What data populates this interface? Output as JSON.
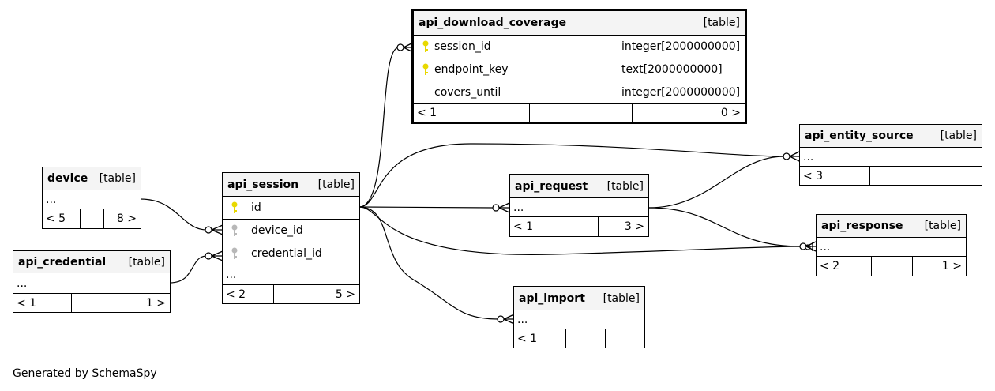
{
  "tables": {
    "api_download_coverage": {
      "name": "api_download_coverage",
      "kind": "[table]",
      "columns": [
        {
          "name": "session_id",
          "type": "integer[2000000000]",
          "key": "primary"
        },
        {
          "name": "endpoint_key",
          "type": "text[2000000000]",
          "key": "primary"
        },
        {
          "name": "covers_until",
          "type": "integer[2000000000]",
          "key": "none"
        }
      ],
      "footer": {
        "left": "< 1",
        "mid": "",
        "right": "0 >"
      }
    },
    "device": {
      "name": "device",
      "kind": "[table]",
      "more": "...",
      "footer": {
        "left": "< 5",
        "mid": "",
        "right": "8 >"
      }
    },
    "api_credential": {
      "name": "api_credential",
      "kind": "[table]",
      "more": "...",
      "footer": {
        "left": "< 1",
        "mid": "",
        "right": "1 >"
      }
    },
    "api_session": {
      "name": "api_session",
      "kind": "[table]",
      "columns": [
        {
          "name": "id",
          "key": "primary"
        },
        {
          "name": "device_id",
          "key": "foreign"
        },
        {
          "name": "credential_id",
          "key": "foreign"
        }
      ],
      "more": "...",
      "footer": {
        "left": "< 2",
        "mid": "",
        "right": "5 >"
      }
    },
    "api_request": {
      "name": "api_request",
      "kind": "[table]",
      "more": "...",
      "footer": {
        "left": "< 1",
        "mid": "",
        "right": "3 >"
      }
    },
    "api_import": {
      "name": "api_import",
      "kind": "[table]",
      "more": "...",
      "footer": {
        "left": "< 1",
        "mid": "",
        "right": ""
      }
    },
    "api_entity_source": {
      "name": "api_entity_source",
      "kind": "[table]",
      "more": "...",
      "footer": {
        "left": "< 3",
        "mid": "",
        "right": ""
      }
    },
    "api_response": {
      "name": "api_response",
      "kind": "[table]",
      "more": "...",
      "footer": {
        "left": "< 2",
        "mid": "",
        "right": "1 >"
      }
    }
  },
  "colors": {
    "primary_key": "#e8d800",
    "foreign_key": "#b8b8b8",
    "header_bg": "#f4f4f4",
    "line": "#000000"
  },
  "icons": {
    "primary_key": "key-icon",
    "foreign_key": "key-icon"
  },
  "footer_text": "Generated by SchemaSpy"
}
